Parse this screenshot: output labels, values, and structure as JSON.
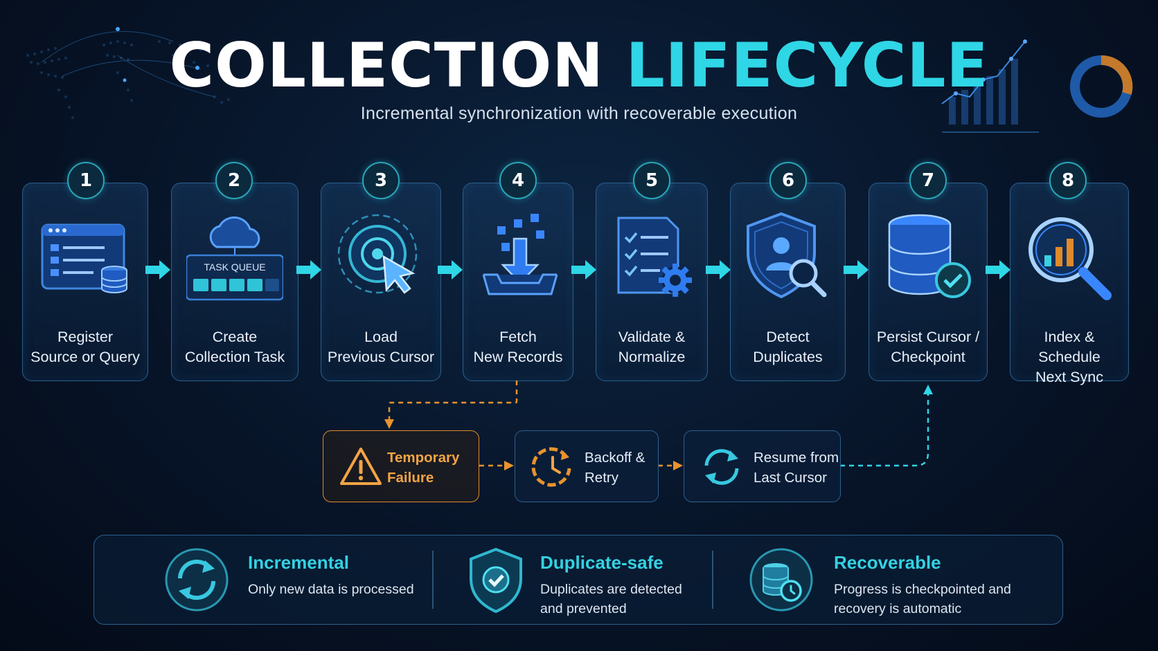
{
  "header": {
    "title_part1": "COLLECTION",
    "title_part2": "LIFECYCLE",
    "subtitle": "Incremental synchronization with recoverable execution"
  },
  "colors": {
    "accent_cyan": "#2fd6e6",
    "warning_orange": "#f3a444",
    "panel_border": "#2c5f8c",
    "background": "#071428"
  },
  "steps": [
    {
      "number": "1",
      "label_line1": "Register",
      "label_line2": "Source or Query",
      "icon": "browser-window-database-icon"
    },
    {
      "number": "2",
      "label_line1": "Create",
      "label_line2": "Collection Task",
      "icon": "cloud-task-queue-icon",
      "icon_text": "TASK QUEUE"
    },
    {
      "number": "3",
      "label_line1": "Load",
      "label_line2": "Previous Cursor",
      "icon": "target-cursor-icon"
    },
    {
      "number": "4",
      "label_line1": "Fetch",
      "label_line2": "New Records",
      "icon": "download-tray-icon"
    },
    {
      "number": "5",
      "label_line1": "Validate &",
      "label_line2": "Normalize",
      "icon": "checklist-gear-icon"
    },
    {
      "number": "6",
      "label_line1": "Detect",
      "label_line2": "Duplicates",
      "icon": "shield-user-search-icon"
    },
    {
      "number": "7",
      "label_line1": "Persist Cursor /",
      "label_line2": "Checkpoint",
      "icon": "database-check-icon"
    },
    {
      "number": "8",
      "label_line1": "Index & Schedule",
      "label_line2": "Next Sync",
      "icon": "magnifier-chart-icon"
    }
  ],
  "recovery": [
    {
      "line1": "Temporary",
      "line2": "Failure",
      "icon": "warning-triangle-icon"
    },
    {
      "line1": "Backoff &",
      "line2": "Retry",
      "icon": "retry-clock-icon"
    },
    {
      "line1": "Resume from",
      "line2": "Last Cursor",
      "icon": "refresh-arrows-icon"
    }
  ],
  "features": [
    {
      "title": "Incremental",
      "line1": "Only new data is processed",
      "line2": "",
      "icon": "sync-arrows-icon"
    },
    {
      "title": "Duplicate-safe",
      "line1": "Duplicates are detected",
      "line2": "and prevented",
      "icon": "shield-check-icon"
    },
    {
      "title": "Recoverable",
      "line1": "Progress is checkpointed and",
      "line2": "recovery is automatic",
      "icon": "database-clock-icon"
    }
  ]
}
